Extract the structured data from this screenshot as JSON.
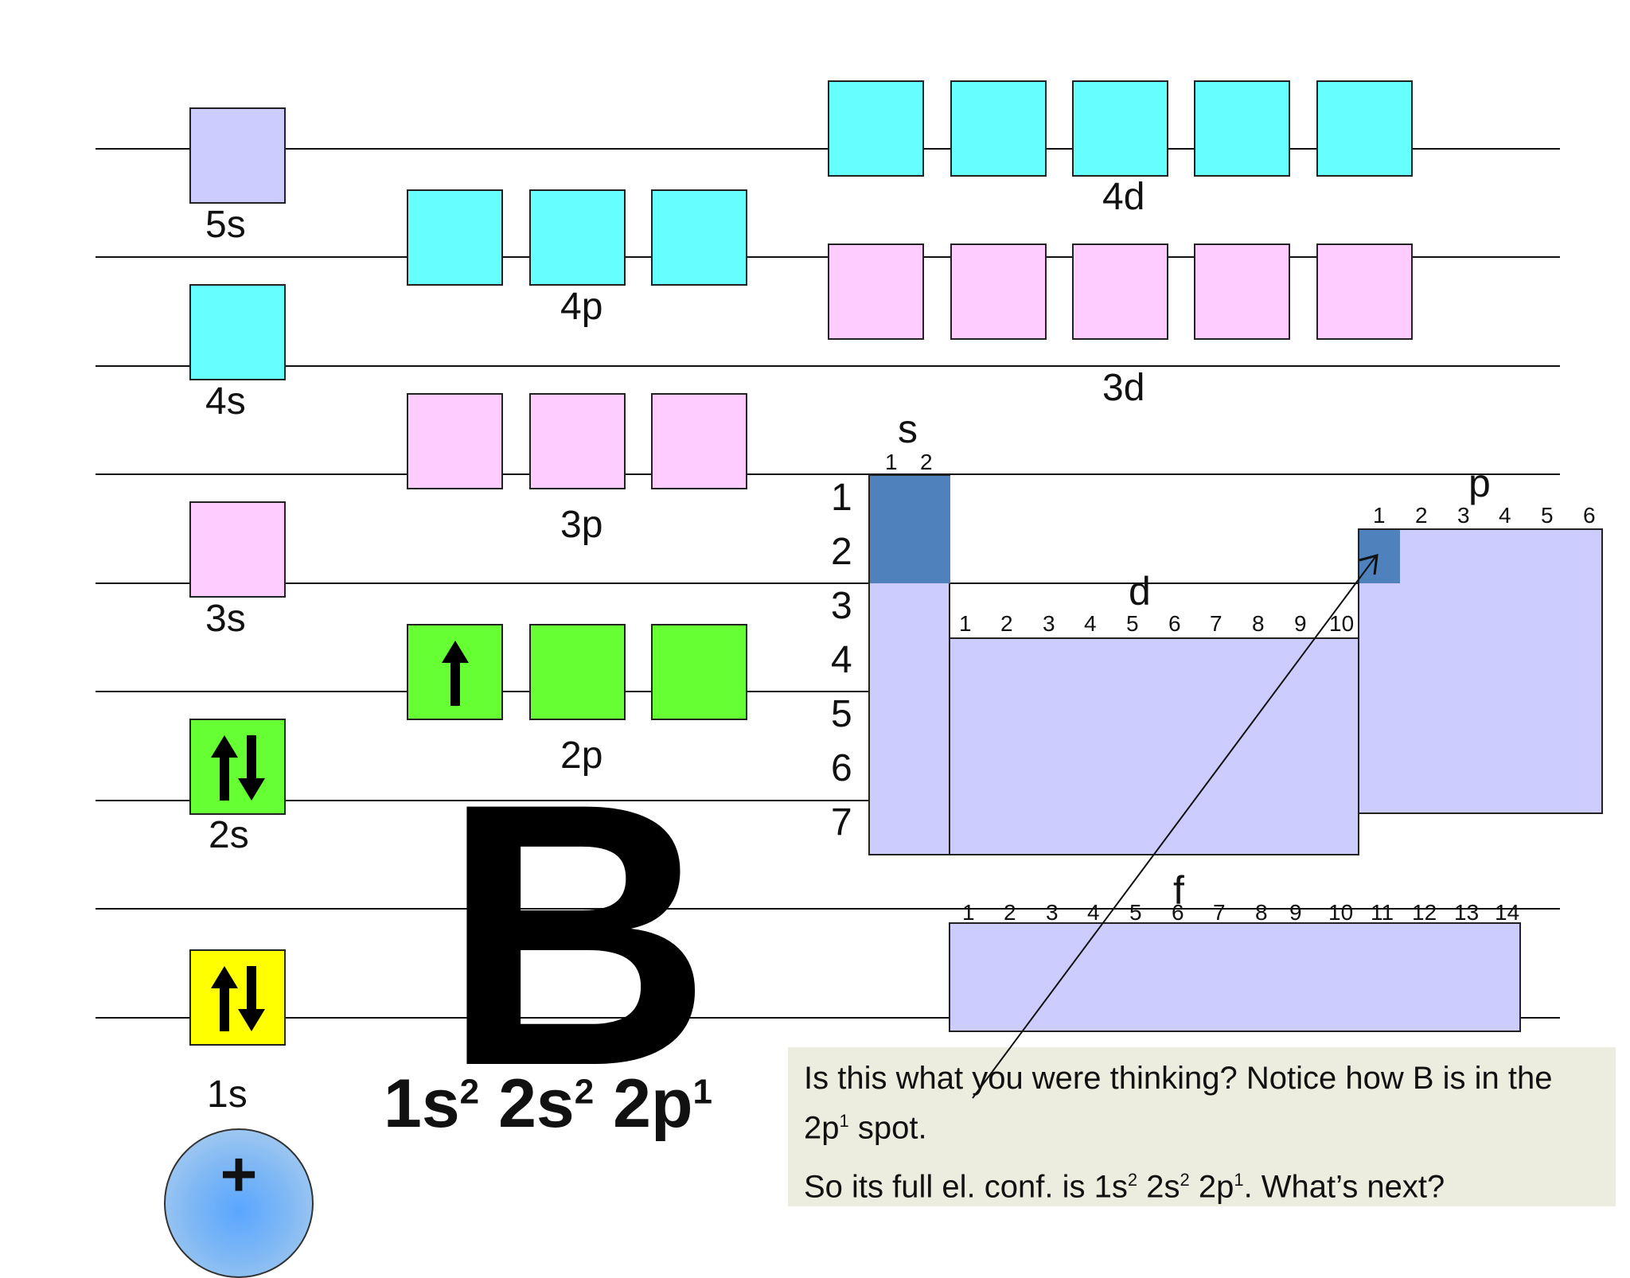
{
  "orbitals": {
    "s1": "1s",
    "s2": "2s",
    "s3": "3s",
    "s4": "4s",
    "s5": "5s",
    "p2": "2p",
    "p3": "3p",
    "p4": "4p",
    "d3": "3d",
    "d4": "4d"
  },
  "colors": {
    "yellow": "#ffff00",
    "green": "#66ff33",
    "pink": "#ffccff",
    "cyan": "#66ffff",
    "lavender": "#ccccff",
    "filled": "#4f81bd"
  },
  "element": {
    "symbol": "B"
  },
  "config": {
    "p1": "1s",
    "e1": "2",
    "p2": "2s",
    "e2": "2",
    "p3": "2p",
    "e3": "1"
  },
  "table": {
    "s_label": "s",
    "p_label": "p",
    "d_label": "d",
    "f_label": "f",
    "periods": [
      "1",
      "2",
      "3",
      "4",
      "5",
      "6",
      "7"
    ],
    "s_cols": [
      "1",
      "2"
    ],
    "p_cols": [
      "1",
      "2",
      "3",
      "4",
      "5",
      "6"
    ],
    "d_cols": [
      "1",
      "2",
      "3",
      "4",
      "5",
      "6",
      "7",
      "8",
      "9",
      "10"
    ],
    "f_cols": [
      "1",
      "2",
      "3",
      "4",
      "5",
      "6",
      "7",
      "8",
      "9",
      "10",
      "11",
      "12",
      "13",
      "14"
    ]
  },
  "note": {
    "l1a": "Is this what you were thinking?  Notice how B is in the 2p",
    "l1sup": "1",
    "l1b": " spot.",
    "l2a": "So its full el. conf. is 1s",
    "l2s1": "2",
    "l2b": " 2s",
    "l2s2": "2",
    "l2c": " 2p",
    "l2s3": "1",
    "l2d": ".  What’s next?"
  },
  "nucleus": {
    "symbol": "+"
  }
}
